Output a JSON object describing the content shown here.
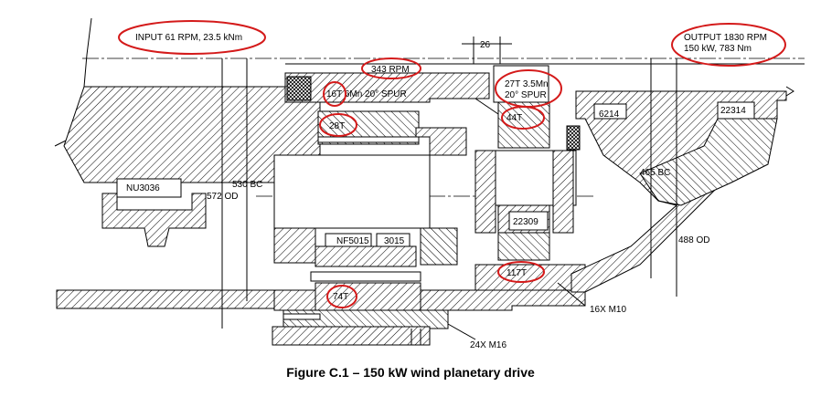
{
  "figure": {
    "caption": "Figure C.1 – 150 kW wind planetary drive"
  },
  "labels": {
    "input": "INPUT 61 RPM, 23.5 kNm",
    "output_line1": "OUTPUT 1830 RPM",
    "output_line2": "150 kW, 783 Nm",
    "rpm_343": "343 RPM",
    "gear_16t": "16T 6Mn  20° SPUR",
    "gear_27t_line1": "27T 3.5Mn",
    "gear_27t_line2": "20° SPUR",
    "dim_26": "26",
    "gear_44t": "44T",
    "gear_28t": "28T",
    "bearing_6214": "6214",
    "bearing_22314": "22314",
    "bearing_nu3036": "NU3036",
    "dim_530bc": "530 BC",
    "dim_572od": "572 OD",
    "dim_465bc": "465 BC",
    "bearing_22309": "22309",
    "bearing_nf5015": "NF5015",
    "bearing_3015": "3015",
    "dim_488od": "488 OD",
    "gear_117t": "117T",
    "gear_74t": "74T",
    "bolts_16x": "16X M10",
    "bolts_24x": "24X M16"
  },
  "colors": {
    "ink": "#000000",
    "highlight": "#d41a1a",
    "background": "#ffffff"
  }
}
